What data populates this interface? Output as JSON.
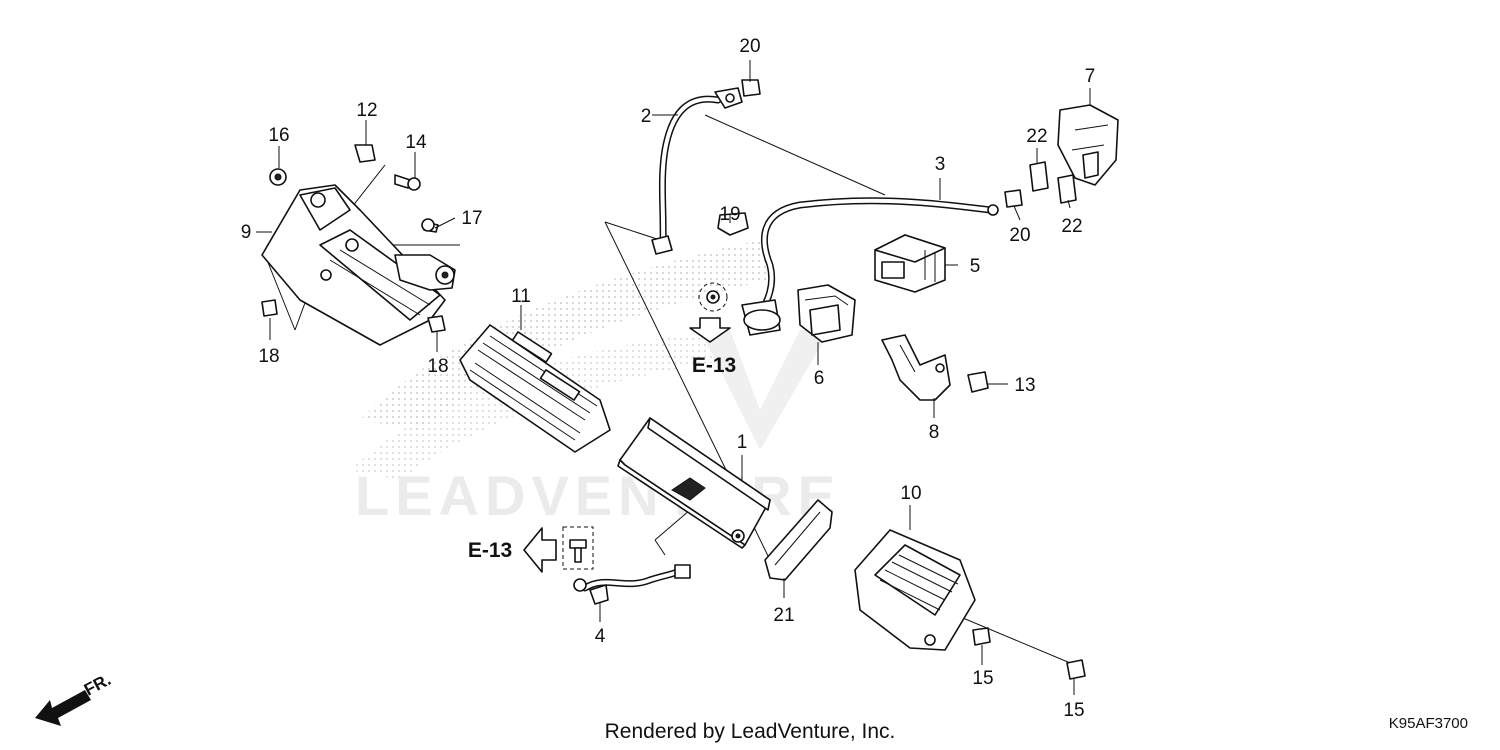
{
  "callouts": [
    {
      "id": "c1",
      "label": "1"
    },
    {
      "id": "c2",
      "label": "2"
    },
    {
      "id": "c3",
      "label": "3"
    },
    {
      "id": "c4",
      "label": "4"
    },
    {
      "id": "c5",
      "label": "5"
    },
    {
      "id": "c6",
      "label": "6"
    },
    {
      "id": "c7",
      "label": "7"
    },
    {
      "id": "c8",
      "label": "8"
    },
    {
      "id": "c9",
      "label": "9"
    },
    {
      "id": "c10",
      "label": "10"
    },
    {
      "id": "c11",
      "label": "11"
    },
    {
      "id": "c12",
      "label": "12"
    },
    {
      "id": "c13",
      "label": "13"
    },
    {
      "id": "c14",
      "label": "14"
    },
    {
      "id": "c15a",
      "label": "15"
    },
    {
      "id": "c15b",
      "label": "15"
    },
    {
      "id": "c16",
      "label": "16"
    },
    {
      "id": "c17",
      "label": "17"
    },
    {
      "id": "c18a",
      "label": "18"
    },
    {
      "id": "c18b",
      "label": "18"
    },
    {
      "id": "c19",
      "label": "19"
    },
    {
      "id": "c20a",
      "label": "20"
    },
    {
      "id": "c20b",
      "label": "20"
    },
    {
      "id": "c21",
      "label": "21"
    },
    {
      "id": "c22a",
      "label": "22"
    },
    {
      "id": "c22b",
      "label": "22"
    }
  ],
  "references": [
    {
      "id": "ref-upper",
      "label": "E-13"
    },
    {
      "id": "ref-lower",
      "label": "E-13"
    }
  ],
  "front_marker": "FR.",
  "credit": "Rendered by LeadVenture, Inc.",
  "diagram_code": "K95AF3700",
  "watermark": "LEADVENTURE"
}
